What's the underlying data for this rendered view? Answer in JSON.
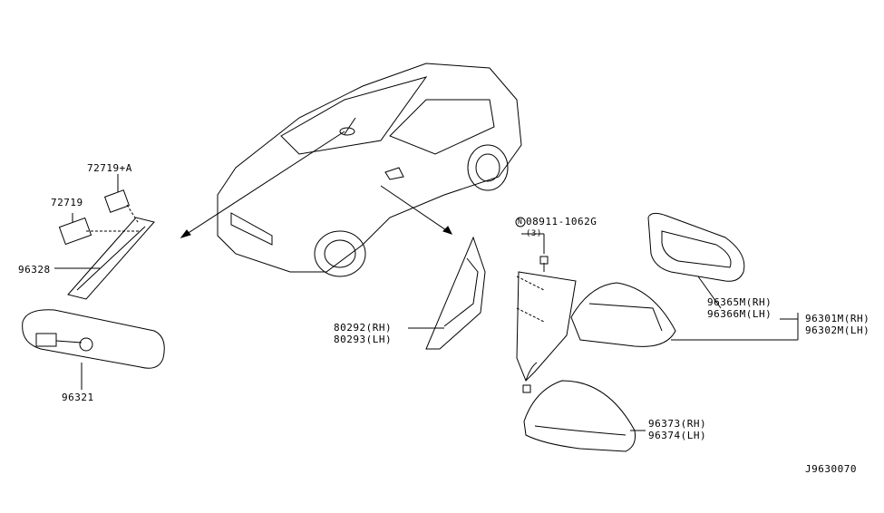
{
  "diagram_id": "J9630070",
  "parts": [
    {
      "number": "72719+A"
    },
    {
      "number": "72719"
    },
    {
      "number": "96328"
    },
    {
      "number": "96321"
    },
    {
      "number": "08911-1062G",
      "qty": "(3)",
      "prefix_symbol": "N"
    },
    {
      "number_rh": "80292(RH)",
      "number_lh": "80293(LH)"
    },
    {
      "number_rh": "96365M(RH)",
      "number_lh": "96366M(LH)"
    },
    {
      "number_rh": "96301M(RH)",
      "number_lh": "96302M(LH)"
    },
    {
      "number_rh": "96373(RH)",
      "number_lh": "96374(LH)"
    }
  ]
}
